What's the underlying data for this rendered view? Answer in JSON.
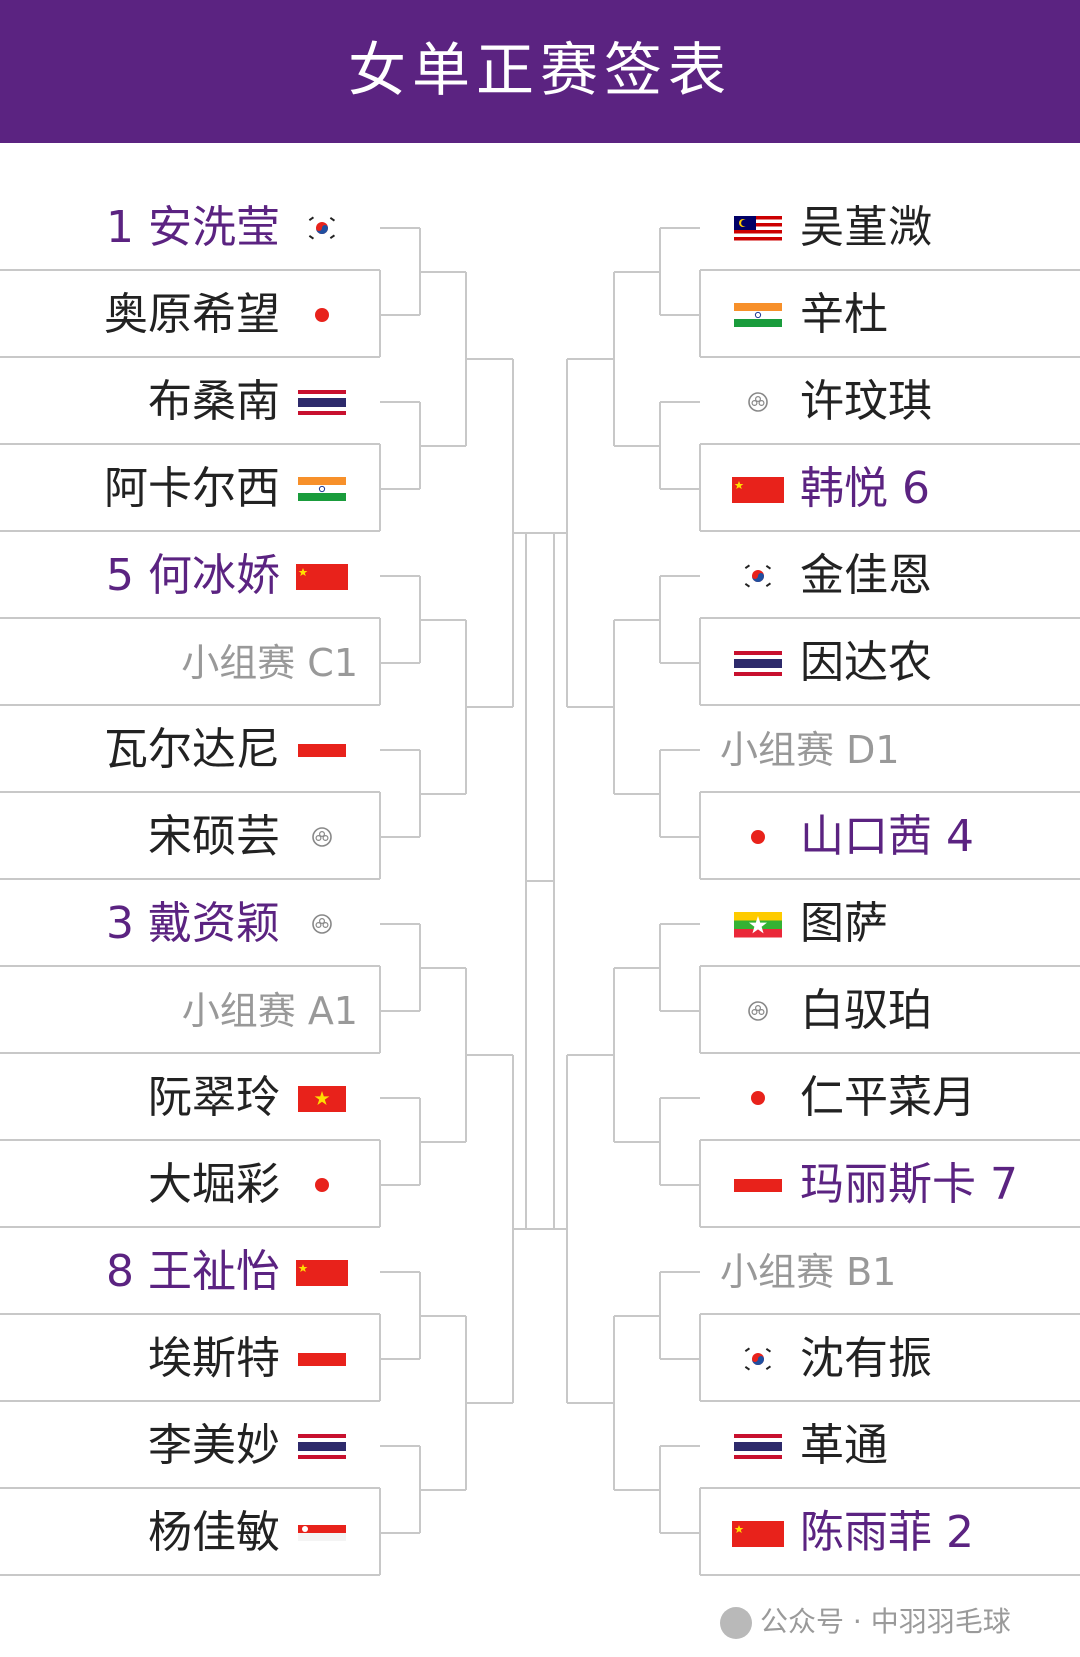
{
  "title": "女单正赛签表",
  "left_slots": [
    {
      "label": "1 安洗莹",
      "flag": "korea",
      "seed": true
    },
    {
      "label": "奥原希望",
      "flag": "japan"
    },
    {
      "label": "布桑南",
      "flag": "thailand"
    },
    {
      "label": "阿卡尔西",
      "flag": "india"
    },
    {
      "label": "5 何冰娇",
      "flag": "china",
      "seed": true
    },
    {
      "label": "小组赛 C1",
      "flag": "",
      "qualifier": true
    },
    {
      "label": "瓦尔达尼",
      "flag": "indonesia"
    },
    {
      "label": "宋硕芸",
      "flag": "chinese-taipei"
    },
    {
      "label": "3 戴资颖",
      "flag": "chinese-taipei",
      "seed": true
    },
    {
      "label": "小组赛 A1",
      "flag": "",
      "qualifier": true
    },
    {
      "label": "阮翠玲",
      "flag": "vietnam"
    },
    {
      "label": "大堀彩",
      "flag": "japan"
    },
    {
      "label": "8 王祉怡",
      "flag": "china",
      "seed": true
    },
    {
      "label": "埃斯特",
      "flag": "indonesia"
    },
    {
      "label": "李美妙",
      "flag": "thailand"
    },
    {
      "label": "杨佳敏",
      "flag": "singapore"
    }
  ],
  "right_slots": [
    {
      "label": "吴堇溦",
      "flag": "malaysia"
    },
    {
      "label": "辛杜",
      "flag": "india"
    },
    {
      "label": "许玟琪",
      "flag": "chinese-taipei"
    },
    {
      "label": "韩悦 6",
      "flag": "china",
      "seed": true
    },
    {
      "label": "金佳恩",
      "flag": "korea"
    },
    {
      "label": "因达农",
      "flag": "thailand"
    },
    {
      "label": "小组赛 D1",
      "flag": "",
      "qualifier": true
    },
    {
      "label": "山口茜 4",
      "flag": "japan",
      "seed": true
    },
    {
      "label": "图萨",
      "flag": "myanmar"
    },
    {
      "label": "白驭珀",
      "flag": "chinese-taipei"
    },
    {
      "label": "仁平菜月",
      "flag": "japan"
    },
    {
      "label": "玛丽斯卡 7",
      "flag": "indonesia",
      "seed": true
    },
    {
      "label": "小组赛 B1",
      "flag": "",
      "qualifier": true
    },
    {
      "label": "沈有振",
      "flag": "korea"
    },
    {
      "label": "革通",
      "flag": "thailand"
    },
    {
      "label": "陈雨菲 2",
      "flag": "china",
      "seed": true
    }
  ],
  "watermark": "公众号 · 中羽羽毛球",
  "colors": {
    "header_bg": "#5b2381",
    "seed_text": "#5b2381",
    "qualifier_text": "#999999",
    "bracket_line": "#c8c8c8"
  }
}
